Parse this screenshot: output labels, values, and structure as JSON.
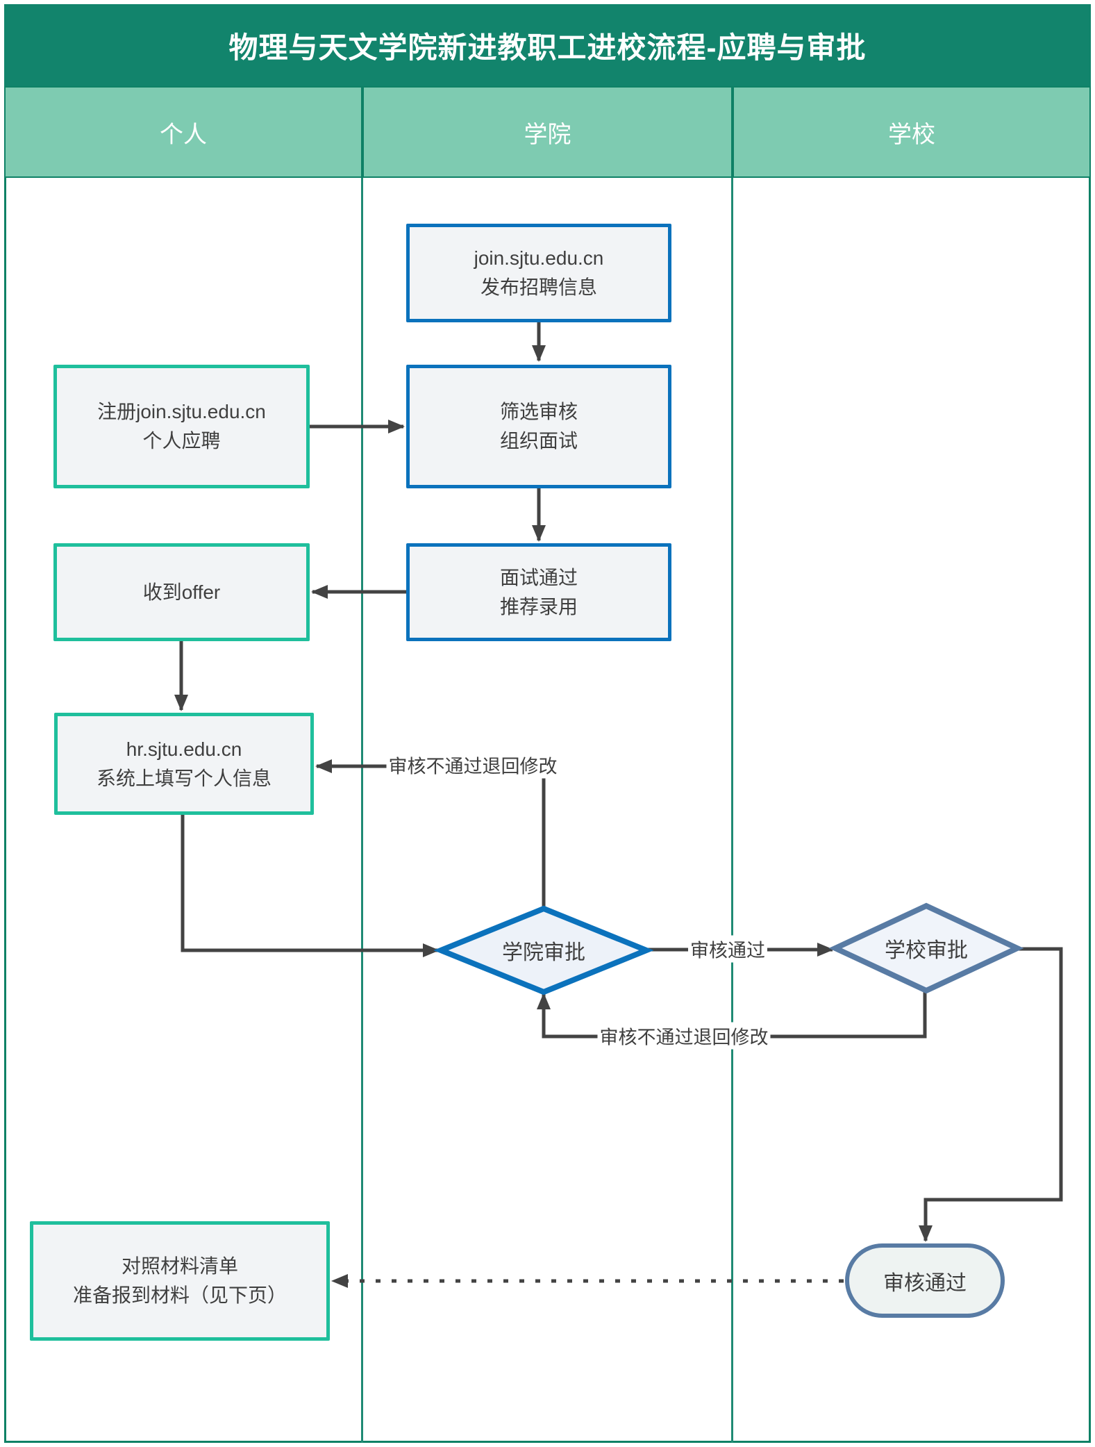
{
  "title": "物理与天文学院新进教职工进校流程-应聘与审批",
  "lanes": [
    {
      "label": "个人"
    },
    {
      "label": "学院"
    },
    {
      "label": "学校"
    }
  ],
  "nodes": {
    "publish": {
      "line1": "join.sjtu.edu.cn",
      "line2": "发布招聘信息"
    },
    "register": {
      "line1": "注册join.sjtu.edu.cn",
      "line2": "个人应聘"
    },
    "screen": {
      "line1": "筛选审核",
      "line2": "组织面试"
    },
    "offer": {
      "line1": "收到offer"
    },
    "interview": {
      "line1": "面试通过",
      "line2": "推荐录用"
    },
    "hr": {
      "line1": "hr.sjtu.edu.cn",
      "line2": "系统上填写个人信息"
    },
    "college_approval": {
      "label": "学院审批"
    },
    "school_approval": {
      "label": "学校审批"
    },
    "approved": {
      "label": "审核通过"
    },
    "materials": {
      "line1": "对照材料清单",
      "line2": "准备报到材料（见下页）"
    }
  },
  "edge_labels": {
    "return_to_hr": "审核不通过退回修改",
    "pass": "审核通过",
    "return_to_college": "审核不通过退回修改"
  },
  "colors": {
    "title_bg": "#12846C",
    "header_bg": "#7ECBB1",
    "frame_border": "#0E8166",
    "divider": "#1F8A74",
    "blue": "#0B72BC",
    "green": "#1FBF9C",
    "steel": "#587BA4",
    "arrow": "#434343",
    "text": "#3F3F3F",
    "node_fill": "#F2F4F6",
    "diamond_fill_blue": "#EDF2F9",
    "diamond_fill_steel": "#F0F4FA"
  }
}
